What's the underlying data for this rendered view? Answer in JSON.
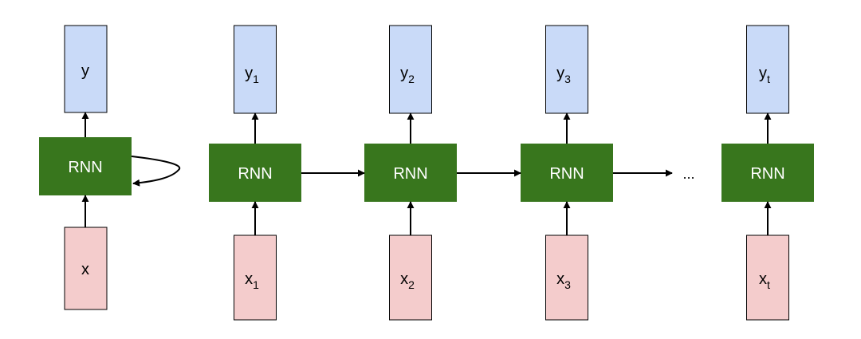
{
  "colors": {
    "output_fill": "#c9daf8",
    "input_fill": "#f4cccc",
    "rnn_fill": "#38761d",
    "rnn_text": "#ffffff",
    "stroke": "#000000"
  },
  "folded": {
    "output": "y",
    "cell": "RNN",
    "input": "x"
  },
  "unrolled": [
    {
      "output": "y",
      "output_sub": "1",
      "cell": "RNN",
      "input": "x",
      "input_sub": "1"
    },
    {
      "output": "y",
      "output_sub": "2",
      "cell": "RNN",
      "input": "x",
      "input_sub": "2"
    },
    {
      "output": "y",
      "output_sub": "3",
      "cell": "RNN",
      "input": "x",
      "input_sub": "3"
    },
    {
      "output": "y",
      "output_sub": "t",
      "cell": "RNN",
      "input": "x",
      "input_sub": "t"
    }
  ],
  "ellipsis": "..."
}
